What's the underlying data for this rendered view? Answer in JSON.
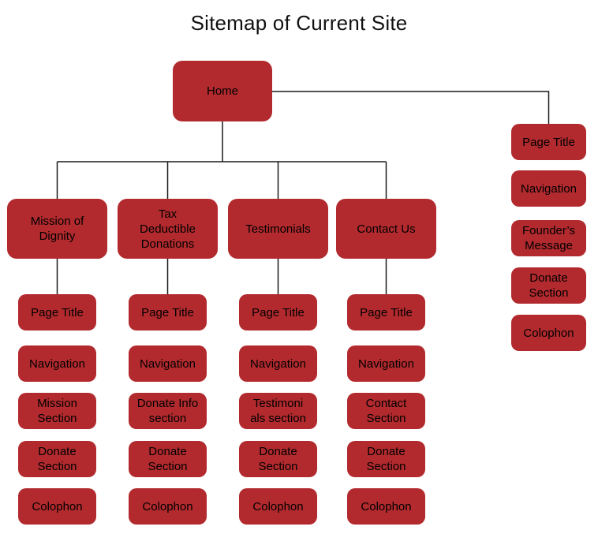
{
  "title": "Sitemap of Current Site",
  "colors": {
    "node_fill": "#B22A2E",
    "node_text": "#000000",
    "connector": "#1A1A1A",
    "canvas": "#FFFFFF"
  },
  "root": {
    "label": "Home"
  },
  "home_sections": [
    "Page Title",
    "Navigation",
    "Founder’s\nMessage",
    "Donate\nSection",
    "Colophon"
  ],
  "pages": [
    {
      "label": "Mission of\nDignity",
      "sections": [
        "Page Title",
        "Navigation",
        "Mission\nSection",
        "Donate\nSection",
        "Colophon"
      ]
    },
    {
      "label": "Tax\nDeductible\nDonations",
      "sections": [
        "Page Title",
        "Navigation",
        "Donate Info\nsection",
        "Donate\nSection",
        "Colophon"
      ]
    },
    {
      "label": "Testimonials",
      "sections": [
        "Page Title",
        "Navigation",
        "Testimoni\nals section",
        "Donate\nSection",
        "Colophon"
      ]
    },
    {
      "label": "Contact Us",
      "sections": [
        "Page Title",
        "Navigation",
        "Contact\nSection",
        "Donate\nSection",
        "Colophon"
      ]
    }
  ]
}
